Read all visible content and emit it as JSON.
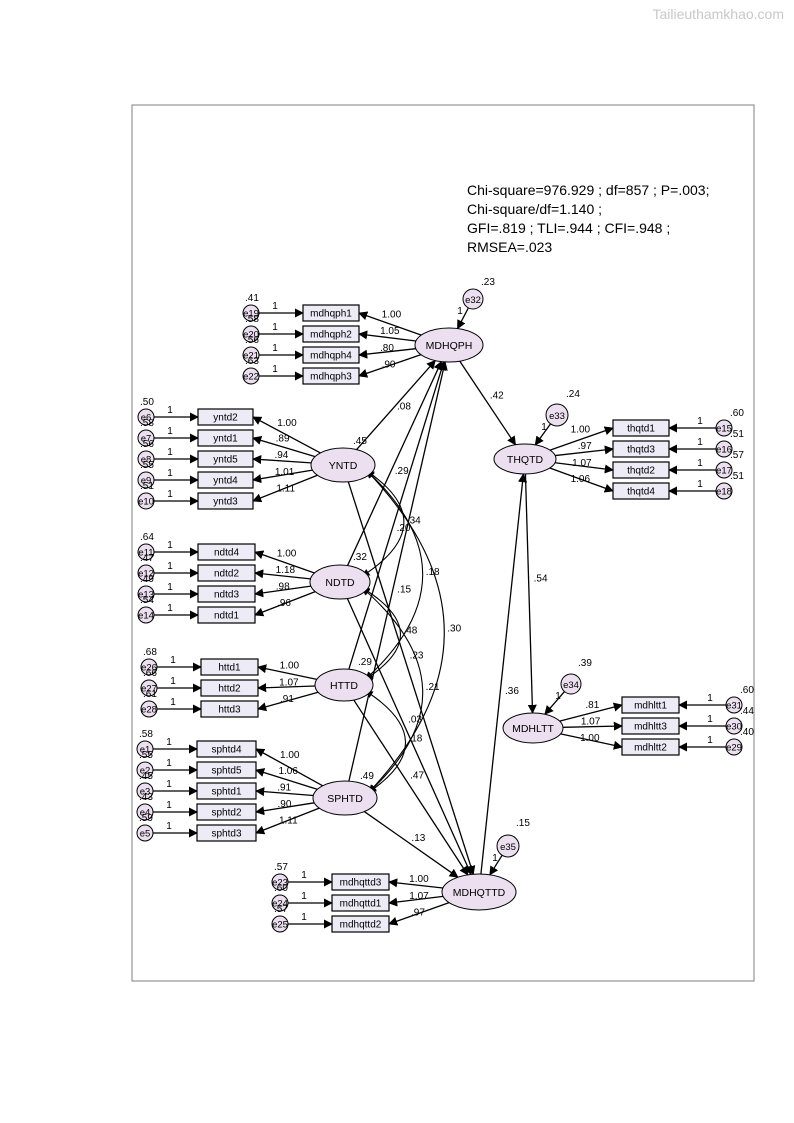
{
  "watermark": "Tailieuthamkhao.com",
  "stats": [
    "Chi-square=976.929 ; df=857 ; P=.003;",
    "Chi-square/df=1.140 ;",
    "GFI=.819 ; TLI=.944 ; CFI=.948 ;",
    "RMSEA=.023"
  ],
  "latents": [
    {
      "id": "MDHQPH",
      "label": "MDHQPH",
      "var": ".23",
      "err": "e32"
    },
    {
      "id": "YNTD",
      "label": "YNTD",
      "var": ".45"
    },
    {
      "id": "NDTD",
      "label": "NDTD",
      "var": ".32"
    },
    {
      "id": "HTTD",
      "label": "HTTD",
      "var": ".29"
    },
    {
      "id": "SPHTD",
      "label": "SPHTD",
      "var": ".49"
    },
    {
      "id": "THQTD",
      "label": "THQTD",
      "var": ".24",
      "err": "e33"
    },
    {
      "id": "MDHLTT",
      "label": "MDHLTT",
      "var": ".39",
      "err": "e34"
    },
    {
      "id": "MDHQTTD",
      "label": "MDHQTTD",
      "var": ".15",
      "err": "e35"
    }
  ],
  "indicators": [
    {
      "latent": "MDHQPH",
      "label": "mdhqph1",
      "err": "e19",
      "errvar": ".41",
      "loading": "1.00"
    },
    {
      "latent": "MDHQPH",
      "label": "mdhqph2",
      "err": "e20",
      "errvar": ".58",
      "loading": "1.05"
    },
    {
      "latent": "MDHQPH",
      "label": "mdhqph4",
      "err": "e21",
      "errvar": ".56",
      "loading": ".80"
    },
    {
      "latent": "MDHQPH",
      "label": "mdhqph3",
      "err": "e22",
      "errvar": ".63",
      "loading": ".90"
    },
    {
      "latent": "YNTD",
      "label": "yntd2",
      "err": "e6",
      "errvar": ".50",
      "loading": "1.00"
    },
    {
      "latent": "YNTD",
      "label": "yntd1",
      "err": "e7",
      "errvar": ".58",
      "loading": ".89"
    },
    {
      "latent": "YNTD",
      "label": "yntd5",
      "err": "e8",
      "errvar": ".56",
      "loading": ".94"
    },
    {
      "latent": "YNTD",
      "label": "yntd4",
      "err": "e9",
      "errvar": ".55",
      "loading": "1.01"
    },
    {
      "latent": "YNTD",
      "label": "yntd3",
      "err": "e10",
      "errvar": ".51",
      "loading": "1.11"
    },
    {
      "latent": "NDTD",
      "label": "ndtd4",
      "err": "e11",
      "errvar": ".64",
      "loading": "1.00"
    },
    {
      "latent": "NDTD",
      "label": "ndtd2",
      "err": "e12",
      "errvar": ".47",
      "loading": "1.18"
    },
    {
      "latent": "NDTD",
      "label": "ndtd3",
      "err": "e13",
      "errvar": ".49",
      "loading": ".98"
    },
    {
      "latent": "NDTD",
      "label": "ndtd1",
      "err": "e14",
      "errvar": ".54",
      "loading": ".96"
    },
    {
      "latent": "HTTD",
      "label": "httd1",
      "err": "e26",
      "errvar": ".68",
      "loading": "1.00"
    },
    {
      "latent": "HTTD",
      "label": "httd2",
      "err": "e27",
      "errvar": ".66",
      "loading": "1.07"
    },
    {
      "latent": "HTTD",
      "label": "httd3",
      "err": "e28",
      "errvar": ".61",
      "loading": ".91"
    },
    {
      "latent": "SPHTD",
      "label": "sphtd4",
      "err": "e1",
      "errvar": ".58",
      "loading": "1.00"
    },
    {
      "latent": "SPHTD",
      "label": "sphtd5",
      "err": "e2",
      "errvar": ".55",
      "loading": "1.06"
    },
    {
      "latent": "SPHTD",
      "label": "sphtd1",
      "err": "e3",
      "errvar": ".45",
      "loading": ".91"
    },
    {
      "latent": "SPHTD",
      "label": "sphtd2",
      "err": "e4",
      "errvar": ".43",
      "loading": ".90"
    },
    {
      "latent": "SPHTD",
      "label": "sphtd3",
      "err": "e5",
      "errvar": ".59",
      "loading": "1.11"
    },
    {
      "latent": "THQTD",
      "label": "thqtd1",
      "err": "e15",
      "errvar": ".60",
      "loading": "1.00"
    },
    {
      "latent": "THQTD",
      "label": "thqtd3",
      "err": "e16",
      "errvar": ".51",
      "loading": ".97"
    },
    {
      "latent": "THQTD",
      "label": "thqtd2",
      "err": "e17",
      "errvar": ".57",
      "loading": "1.07"
    },
    {
      "latent": "THQTD",
      "label": "thqtd4",
      "err": "e18",
      "errvar": ".51",
      "loading": "1.06"
    },
    {
      "latent": "MDHLTT",
      "label": "mdhltt1",
      "err": "e31",
      "errvar": ".60",
      "loading": ".81"
    },
    {
      "latent": "MDHLTT",
      "label": "mdhltt3",
      "err": "e30",
      "errvar": ".44",
      "loading": "1.07"
    },
    {
      "latent": "MDHLTT",
      "label": "mdhltt2",
      "err": "e29",
      "errvar": ".40",
      "loading": "1.00"
    },
    {
      "latent": "MDHQTTD",
      "label": "mdhqttd3",
      "err": "e23",
      "errvar": ".57",
      "loading": "1.00"
    },
    {
      "latent": "MDHQTTD",
      "label": "mdhqttd1",
      "err": "e24",
      "errvar": ".60",
      "loading": "1.07"
    },
    {
      "latent": "MDHQTTD",
      "label": "mdhqttd2",
      "err": "e25",
      "errvar": ".57",
      "loading": ".97"
    }
  ],
  "paths": [
    {
      "from": "MDHQPH",
      "to": "THQTD",
      "value": ".42"
    },
    {
      "from": "THQTD",
      "to": "MDHLTT",
      "value": ".54"
    },
    {
      "from": "MDHQTTD",
      "to": "THQTD",
      "value": ".36"
    },
    {
      "from": "YNTD",
      "to": "MDHQPH",
      "value": ".08"
    },
    {
      "from": "NDTD",
      "to": "MDHQPH",
      "value": ".29"
    },
    {
      "from": "HTTD",
      "to": "MDHQPH",
      "value": ".20"
    },
    {
      "from": "SPHTD",
      "to": "MDHQPH",
      "value": ".15"
    },
    {
      "from": "YNTD",
      "to": "MDHQTTD",
      "value": ".23"
    },
    {
      "from": "NDTD",
      "to": "MDHQTTD",
      "value": ".03"
    },
    {
      "from": "HTTD",
      "to": "MDHQTTD",
      "value": ".47"
    },
    {
      "from": "SPHTD",
      "to": "MDHQTTD",
      "value": ".13"
    }
  ],
  "covariances": [
    {
      "a": "YNTD",
      "b": "NDTD",
      "value": ".34"
    },
    {
      "a": "YNTD",
      "b": "HTTD",
      "value": ".18"
    },
    {
      "a": "YNTD",
      "b": "SPHTD",
      "value": ".30"
    },
    {
      "a": "NDTD",
      "b": "HTTD",
      "value": ".48"
    },
    {
      "a": "NDTD",
      "b": "SPHTD",
      "value": ".21"
    },
    {
      "a": "HTTD",
      "b": "SPHTD",
      "value": ".18"
    }
  ],
  "one": "1"
}
